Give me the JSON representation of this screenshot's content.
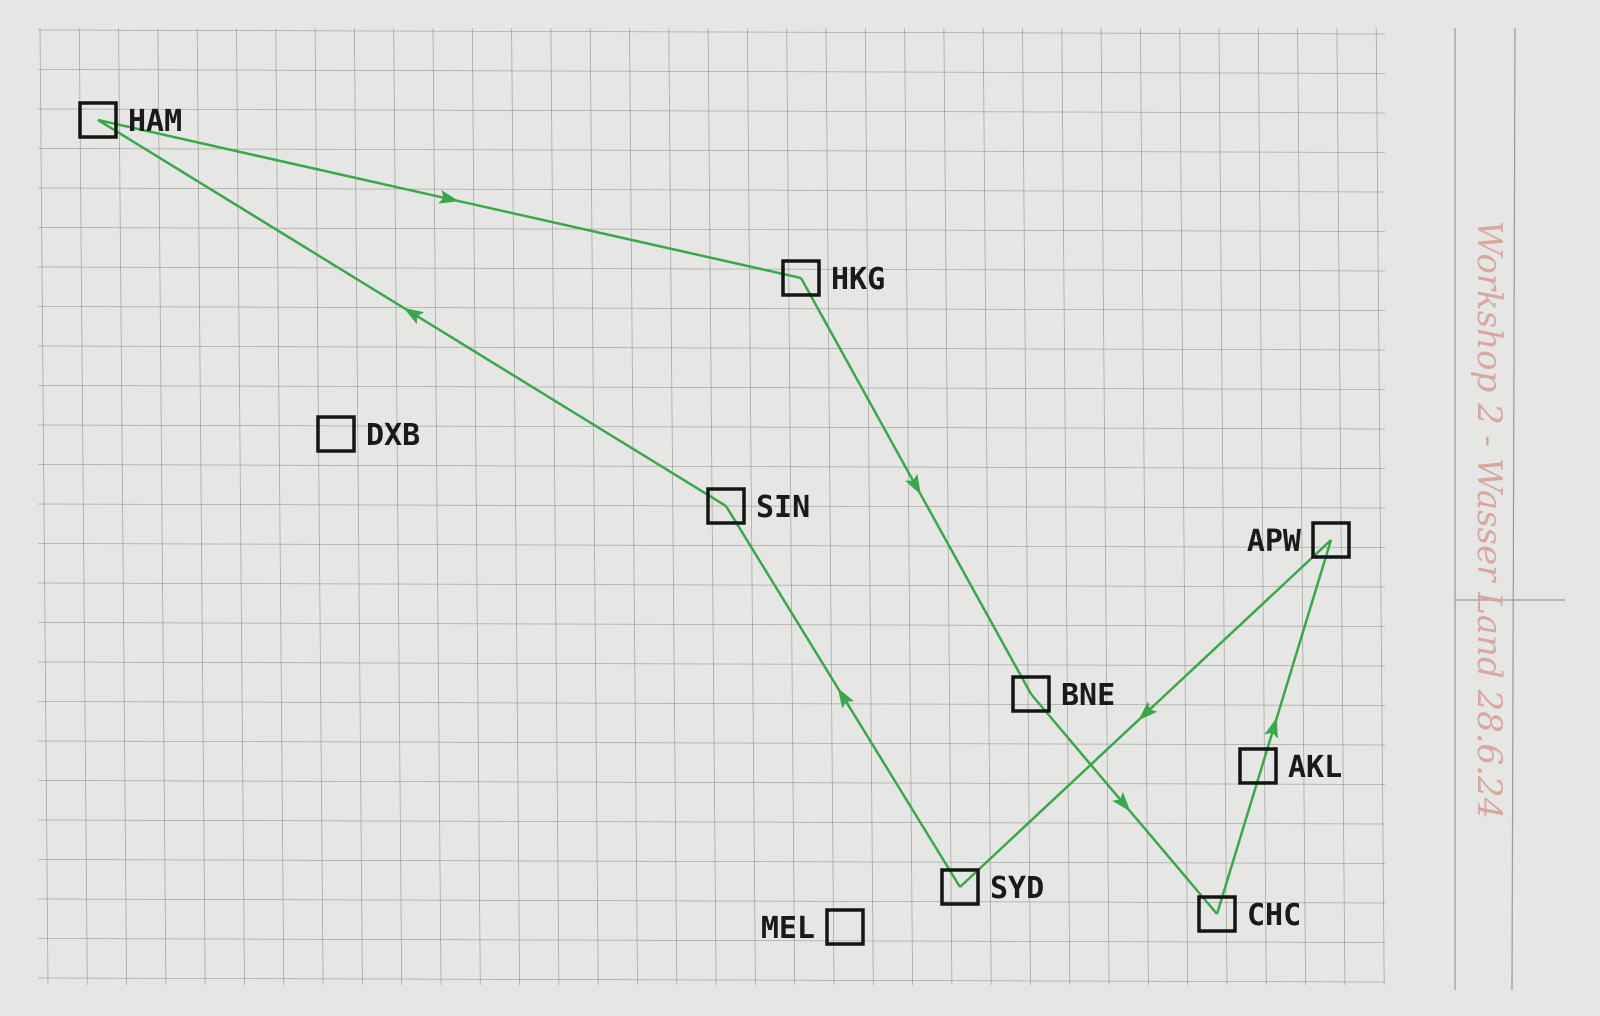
{
  "nodes": [
    {
      "id": "HAM",
      "label": "HAM"
    },
    {
      "id": "HKG",
      "label": "HKG"
    },
    {
      "id": "DXB",
      "label": "DXB"
    },
    {
      "id": "SIN",
      "label": "SIN"
    },
    {
      "id": "APW",
      "label": "APW"
    },
    {
      "id": "BNE",
      "label": "BNE"
    },
    {
      "id": "AKL",
      "label": "AKL"
    },
    {
      "id": "SYD",
      "label": "SYD"
    },
    {
      "id": "CHC",
      "label": "CHC"
    },
    {
      "id": "MEL",
      "label": "MEL"
    }
  ],
  "edges": [
    {
      "from": "HAM",
      "to": "HKG"
    },
    {
      "from": "HKG",
      "to": "BNE"
    },
    {
      "from": "BNE",
      "to": "CHC"
    },
    {
      "from": "CHC",
      "to": "APW"
    },
    {
      "from": "APW",
      "to": "SYD"
    },
    {
      "from": "SYD",
      "to": "SIN"
    },
    {
      "from": "SIN",
      "to": "HAM"
    }
  ],
  "margin_note": "Workshop 2 - Wasser Land 28.6.24",
  "colors": {
    "edge": "#3aa84a",
    "paper": "#e6e6e4",
    "grid": "#8f8f8f",
    "note": "#d9a6a0"
  }
}
